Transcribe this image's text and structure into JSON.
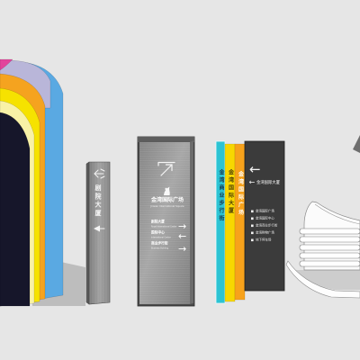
{
  "scene": {
    "background": "#e6e6e6"
  },
  "arch_sign": {
    "colors": {
      "outer": "#5aa9e2",
      "lavender": "#b9b6d9",
      "orange": "#f5a31f",
      "yellow": "#f6e200",
      "cream": "#f8f1a6",
      "interior": "#16162a",
      "accent": "#e2439c"
    }
  },
  "pole_sign": {
    "label": "剧院大厦",
    "top_icon": "direction-fork-icon",
    "bottom_icon": "direction-arrow-icon"
  },
  "directory_sign": {
    "top_icon": "arrow-up-right-icon",
    "logo_icon": "logo-icon",
    "title": "金湾国际广场",
    "subtitle": "Jinwan International Square",
    "entries": [
      {
        "zh": "剧院大厦",
        "en": "Royal International Center",
        "arrow": "→"
      },
      {
        "zh": "国际中心",
        "en": "International Center",
        "arrow": "←"
      },
      {
        "zh": "商业步行街",
        "en": "Business Building",
        "arrow": "→"
      }
    ]
  },
  "stripe_sign": {
    "stripes": [
      {
        "text": "金湾商业步行街",
        "color": "#2cc3d3"
      },
      {
        "text": "金湾国际大厦",
        "color": "#f7d700"
      },
      {
        "text": "金湾国际广场",
        "color": "#f7a21b"
      }
    ],
    "panel": {
      "color": "#3b3b3b",
      "main_arrow": "←",
      "heading_arrow": "←",
      "heading": "金湾国际大厦",
      "items": [
        "金湾国际广场",
        "金湾国际中心",
        "金湾商业步行街",
        "金湾购物广场",
        "地下停车场"
      ]
    }
  },
  "bench_sign": {
    "color": "#fbfbfb"
  }
}
